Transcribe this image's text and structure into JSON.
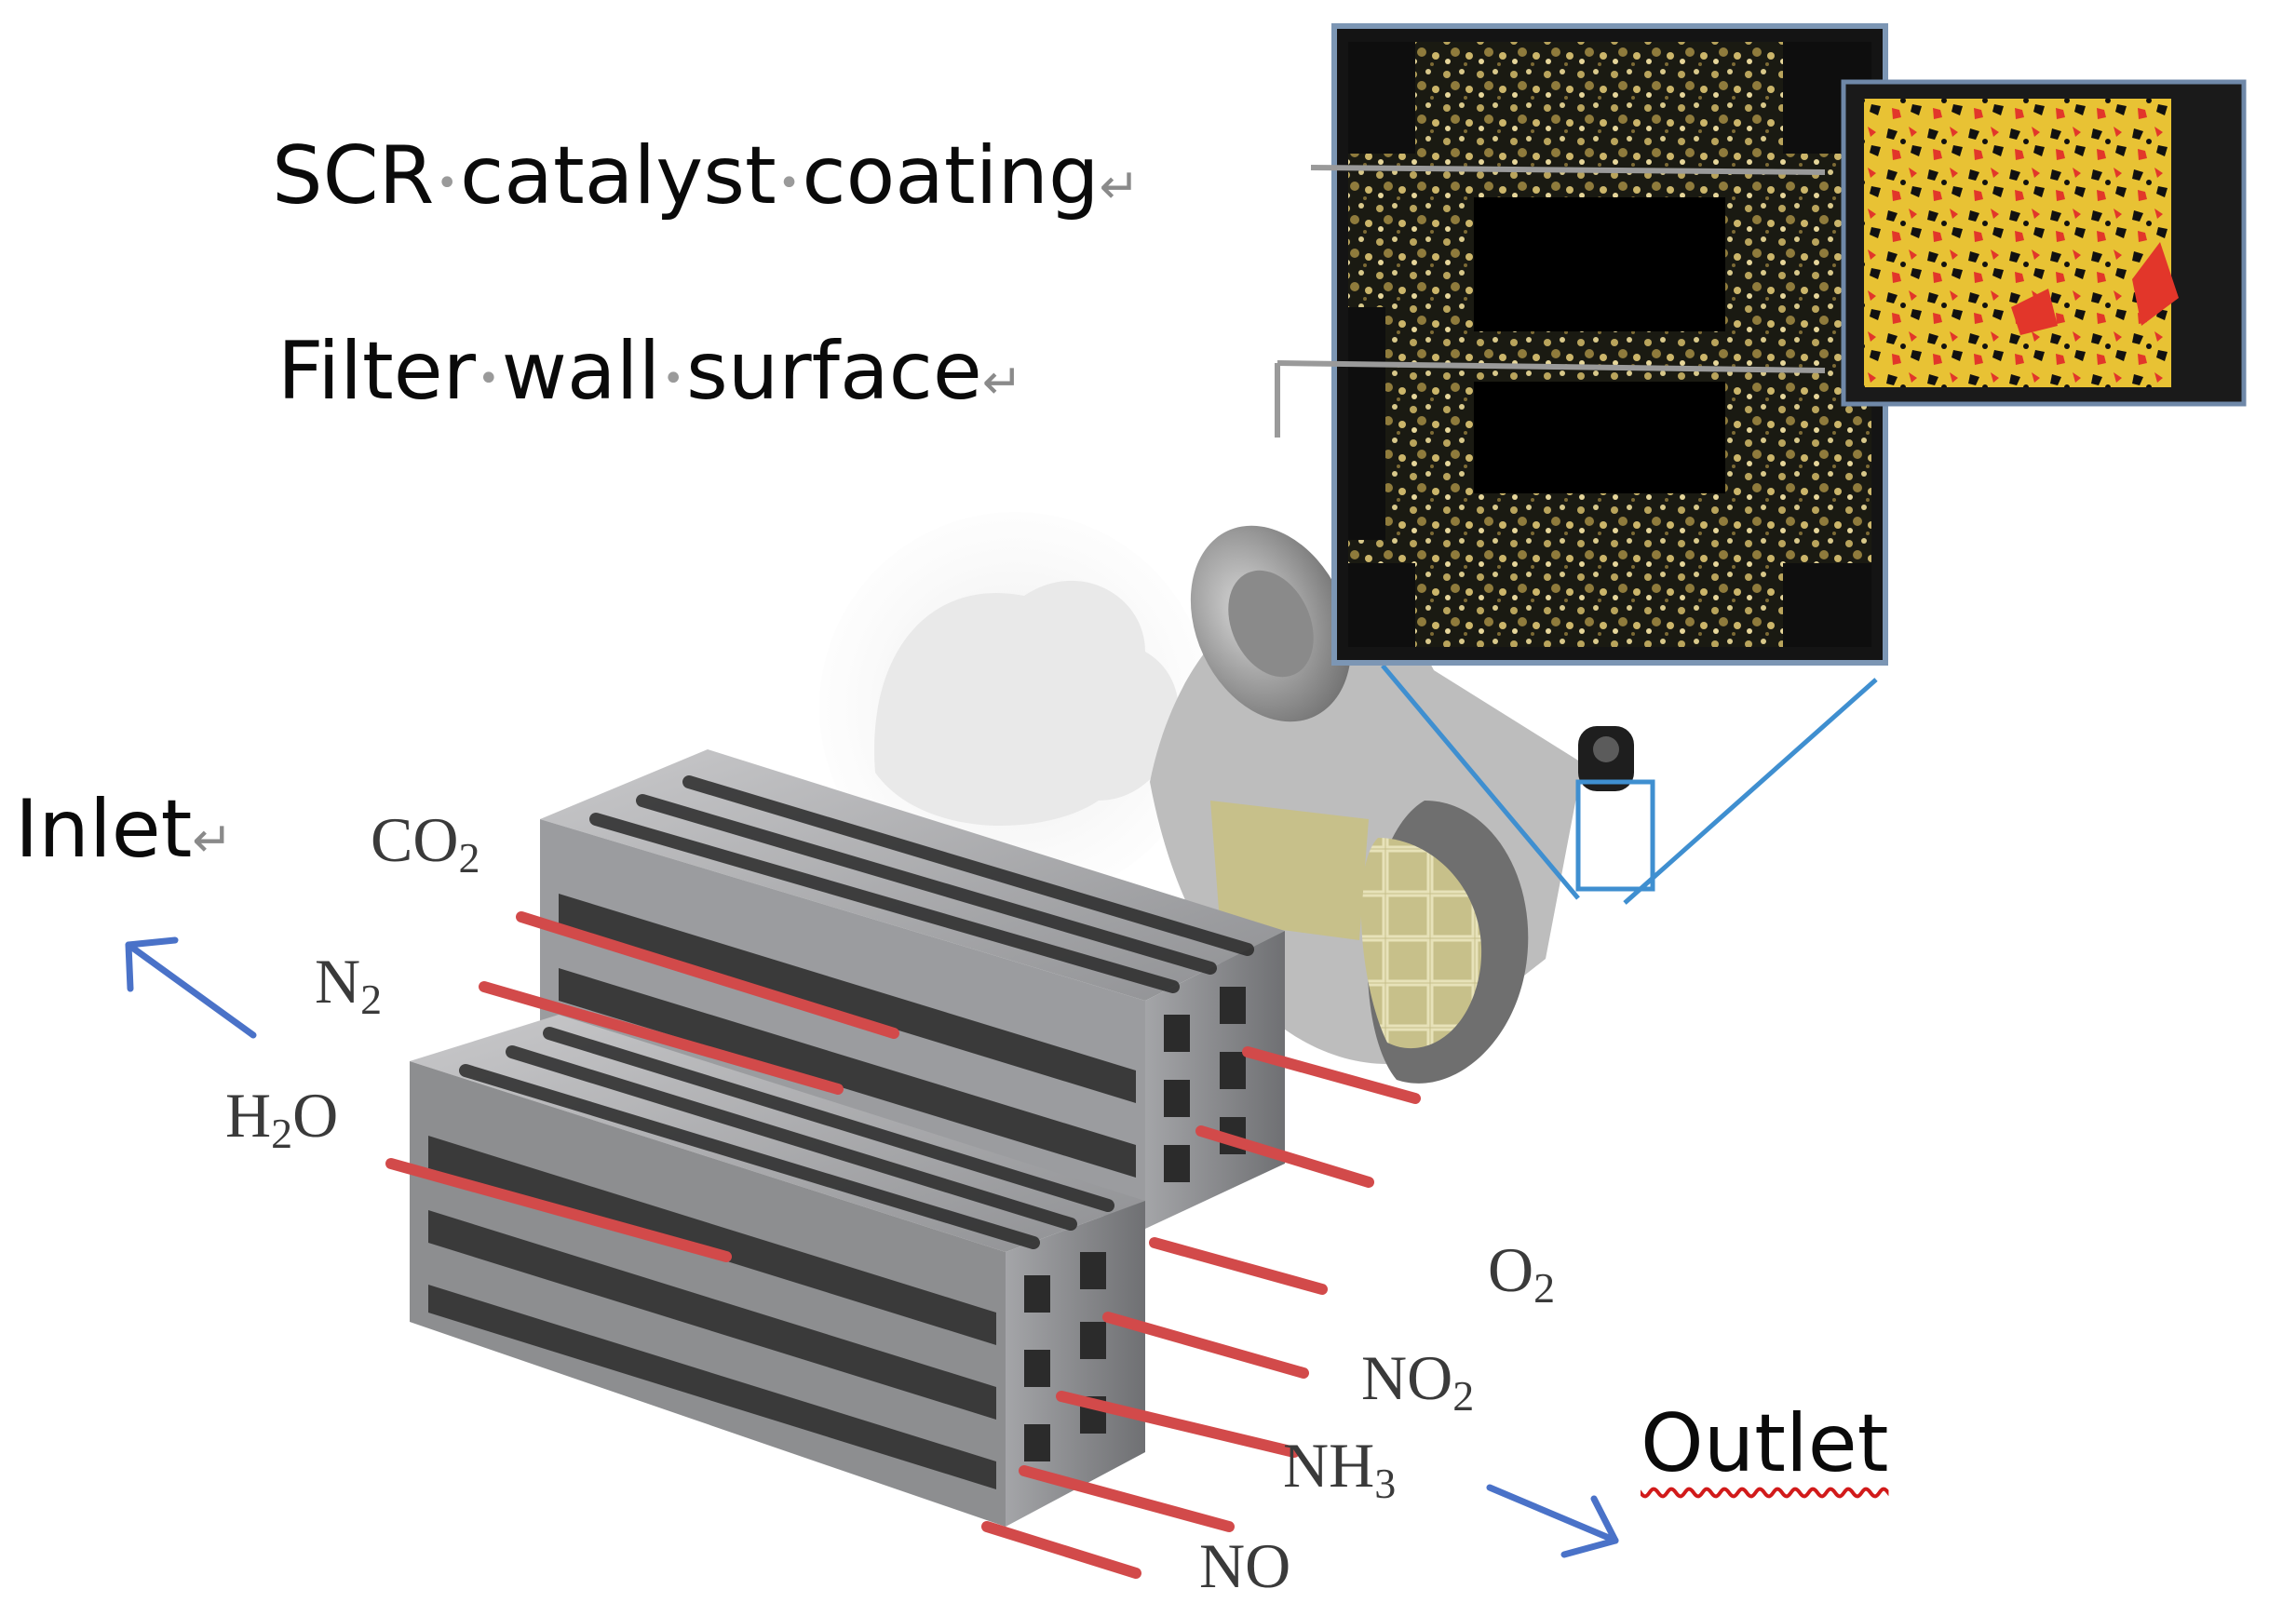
{
  "labels": {
    "scr_coating": [
      "SCR",
      "catalyst",
      "coating"
    ],
    "filter_wall": [
      "Filter",
      "wall",
      "surface"
    ],
    "inlet": "Inlet",
    "outlet": "Outlet",
    "paragraph_mark": "↵",
    "space_mark": "•"
  },
  "species": {
    "co2": {
      "base": "CO",
      "sub": "2"
    },
    "n2": {
      "base": "N",
      "sub": "2"
    },
    "h2o": {
      "base": "H",
      "sub": "2",
      "tail": "O"
    },
    "o2": {
      "base": "O",
      "sub": "2"
    },
    "no2": {
      "base": "NO",
      "sub": "2"
    },
    "nh3": {
      "base": "NH",
      "sub": "3"
    },
    "no": {
      "base": "NO"
    }
  },
  "colors": {
    "arrow": "#4a72c8",
    "zoom_line": "#3f8fd0",
    "flow_stream": "#d24a4a",
    "coating_yellow": "#e8c234",
    "coating_red": "#e2362a",
    "substrate_grey": "#8d8e90"
  }
}
